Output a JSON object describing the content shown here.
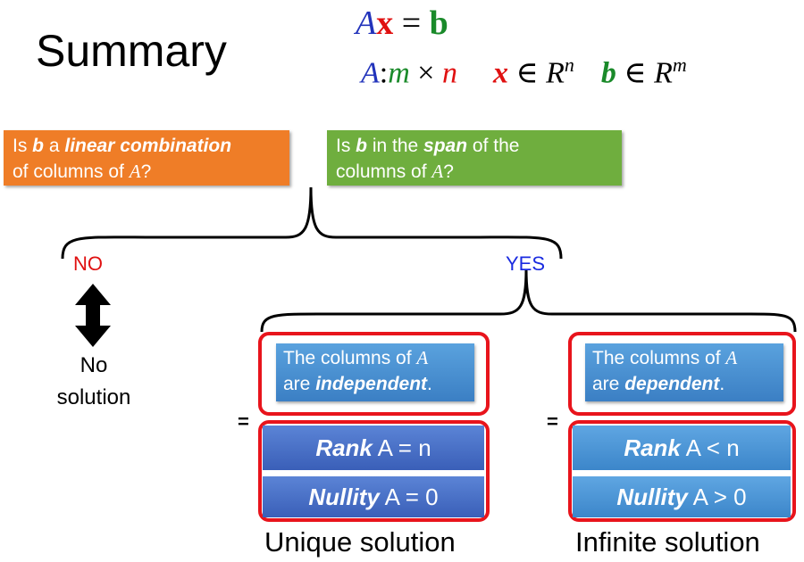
{
  "title": "Summary",
  "equation": {
    "A": "A",
    "x": "x",
    "eq": " = ",
    "b": "b"
  },
  "dims": {
    "A": "A",
    "colon": ":",
    "m": "m",
    "times": " × ",
    "n": "n",
    "x": "x",
    "x_in": " ∈ R",
    "x_exp": "n",
    "b": "b",
    "b_in": " ∈ R",
    "b_exp": "m"
  },
  "questions": {
    "orange": {
      "p1": "Is ",
      "b": "b",
      "p2": " a ",
      "lc": "linear combination",
      "p3": "of columns of ",
      "A": "A",
      "p4": "?"
    },
    "green": {
      "p1": "Is ",
      "b": "b",
      "p2": " in the ",
      "span": "span",
      "p3": " of the",
      "p4": "columns of ",
      "A": "A",
      "p5": "?"
    }
  },
  "no_label": "NO",
  "yes_label": "YES",
  "no_solution": {
    "line1": "No",
    "line2": "solution"
  },
  "left_branch": {
    "line1_pre": "The columns of ",
    "A": "A",
    "line2_pre": "are ",
    "keyword": "independent",
    "line2_post": ".",
    "rank_kw": "Rank",
    "rank_rest": " A = n",
    "nullity_kw": "Nullity",
    "nullity_rest": " A = 0",
    "caption": "Unique solution",
    "eq": "="
  },
  "right_branch": {
    "line1_pre": "The columns of ",
    "A": "A",
    "line2_pre": "are ",
    "keyword": "dependent",
    "line2_post": ".",
    "rank_kw": "Rank",
    "rank_rest": " A < n",
    "nullity_kw": "Nullity",
    "nullity_rest": " A > 0",
    "caption": "Infinite solution",
    "eq": "="
  },
  "colors": {
    "red": "#e01010",
    "blue": "#2233bb",
    "green": "#1a8a2a",
    "orange_box": "#ef7d27",
    "green_box": "#6fae3e",
    "frame": "#e8141c"
  }
}
